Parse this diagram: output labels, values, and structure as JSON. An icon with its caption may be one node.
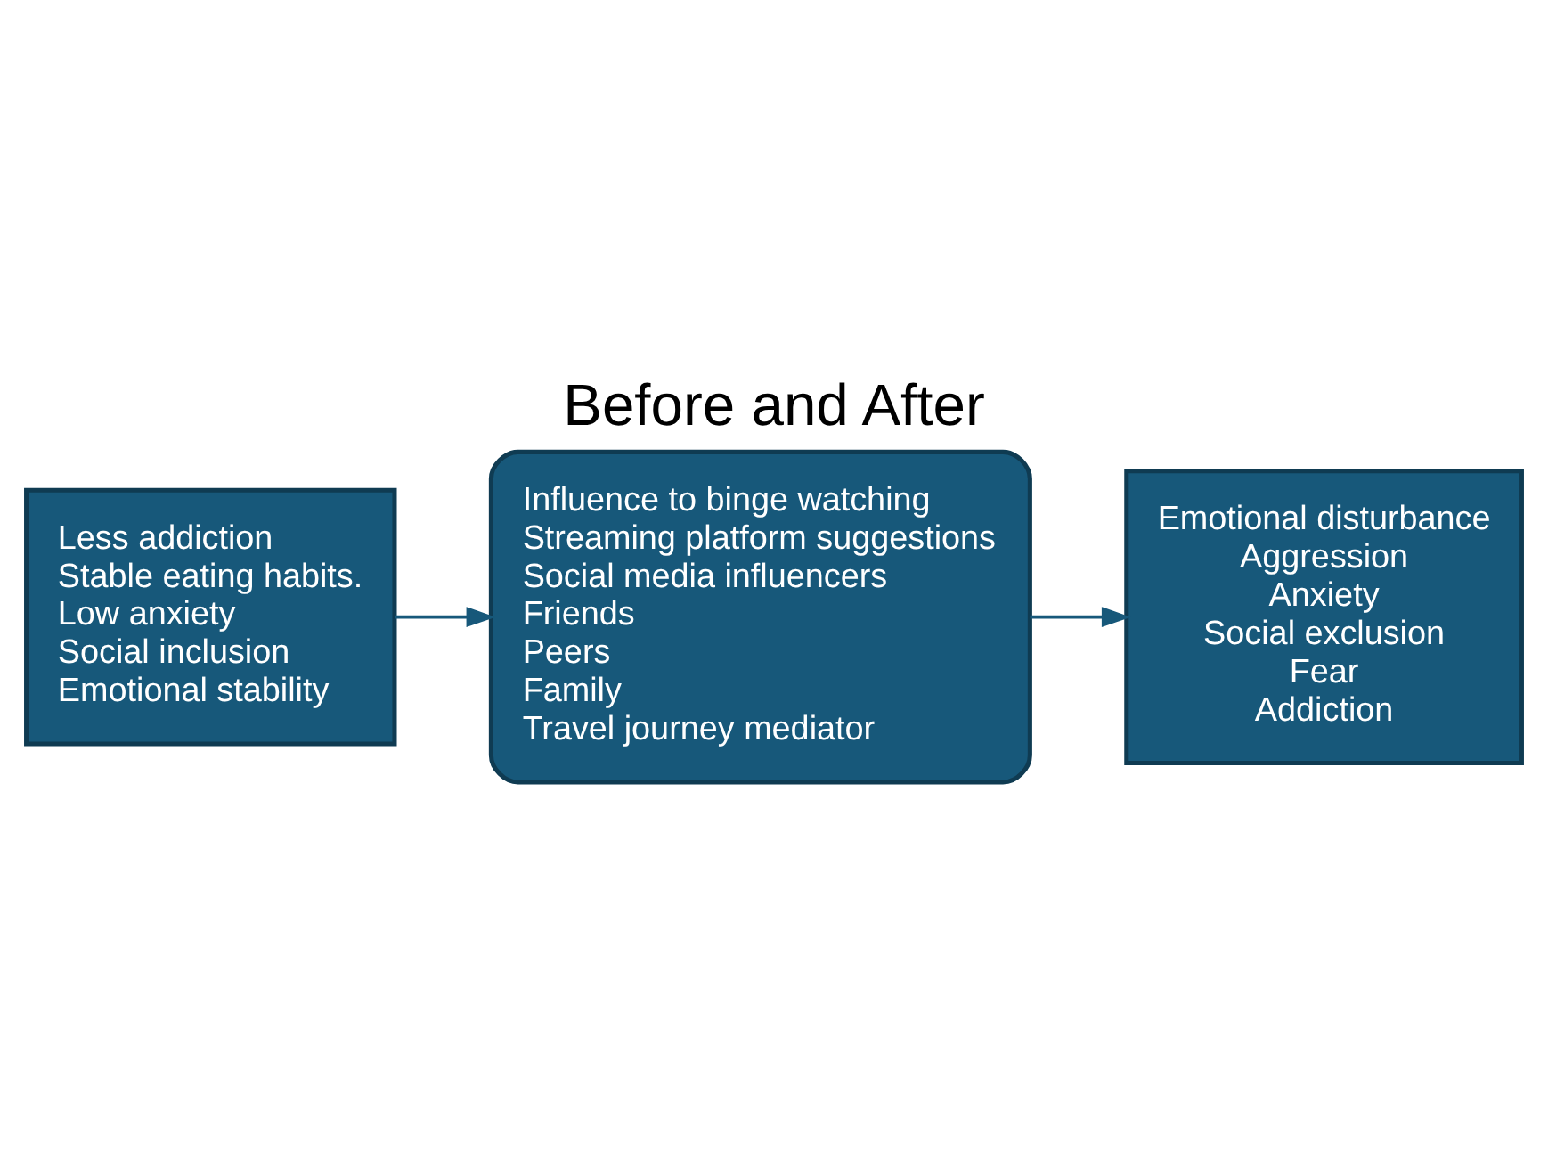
{
  "diagram": {
    "title": "Before and After",
    "nodes": [
      {
        "text": [
          "Less addiction",
          "Stable eating habits.",
          "Low anxiety",
          "Social inclusion",
          "Emotional stability"
        ]
      },
      {
        "text": [
          "Influence to binge watching",
          "Streaming platform suggestions",
          "Social media influencers",
          "Friends",
          "Peers",
          "Family",
          "Travel journey mediator"
        ]
      },
      {
        "text": [
          "Emotional disturbance",
          "Aggression",
          "Anxiety",
          "Social exclusion",
          "Fear",
          "Addiction"
        ]
      }
    ],
    "edges": [
      {
        "from": 0,
        "to": 1,
        "arrow": "to"
      },
      {
        "from": 1,
        "to": 2,
        "arrow": "to"
      }
    ]
  }
}
